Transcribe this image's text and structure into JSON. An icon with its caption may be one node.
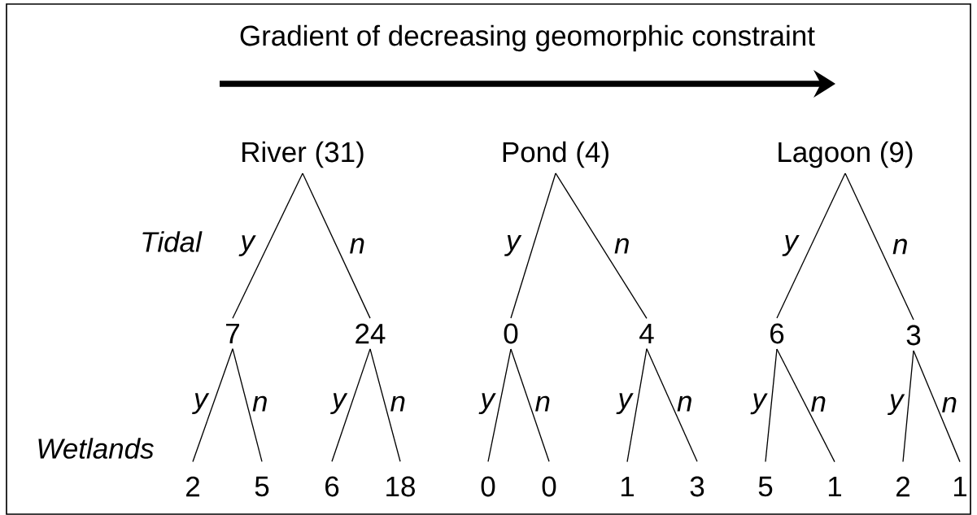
{
  "diagram": {
    "title": "Gradient of decreasing geomorphic constraint",
    "nodes": [
      {
        "text": [
          "River (31)"
        ]
      },
      {
        "text": [
          "Pond (4)"
        ]
      },
      {
        "text": [
          "Lagoon (9)"
        ]
      },
      {
        "text": [
          "7"
        ]
      },
      {
        "text": [
          "24"
        ]
      },
      {
        "text": [
          "0"
        ]
      },
      {
        "text": [
          "4"
        ]
      },
      {
        "text": [
          "6"
        ]
      },
      {
        "text": [
          "3"
        ]
      },
      {
        "text": [
          "2"
        ]
      },
      {
        "text": [
          "5"
        ]
      },
      {
        "text": [
          "6"
        ]
      },
      {
        "text": [
          "18"
        ]
      },
      {
        "text": [
          "0"
        ]
      },
      {
        "text": [
          "0"
        ]
      },
      {
        "text": [
          "1"
        ]
      },
      {
        "text": [
          "3"
        ]
      },
      {
        "text": [
          "5"
        ]
      },
      {
        "text": [
          "1"
        ]
      },
      {
        "text": [
          "2"
        ]
      },
      {
        "text": [
          "1"
        ]
      }
    ],
    "edges": [
      {
        "from": 0,
        "to": 3,
        "arrow": "none",
        "label": "y"
      },
      {
        "from": 0,
        "to": 4,
        "arrow": "none",
        "label": "n"
      },
      {
        "from": 1,
        "to": 5,
        "arrow": "none",
        "label": "y"
      },
      {
        "from": 1,
        "to": 6,
        "arrow": "none",
        "label": "n"
      },
      {
        "from": 2,
        "to": 7,
        "arrow": "none",
        "label": "y"
      },
      {
        "from": 2,
        "to": 8,
        "arrow": "none",
        "label": "n"
      },
      {
        "from": 3,
        "to": 9,
        "arrow": "none",
        "label": "y"
      },
      {
        "from": 3,
        "to": 10,
        "arrow": "none",
        "label": "n"
      },
      {
        "from": 4,
        "to": 11,
        "arrow": "none",
        "label": "y"
      },
      {
        "from": 4,
        "to": 12,
        "arrow": "none",
        "label": "n"
      },
      {
        "from": 5,
        "to": 13,
        "arrow": "none",
        "label": "y"
      },
      {
        "from": 5,
        "to": 14,
        "arrow": "none",
        "label": "n"
      },
      {
        "from": 6,
        "to": 15,
        "arrow": "none",
        "label": "y"
      },
      {
        "from": 6,
        "to": 16,
        "arrow": "none",
        "label": "n"
      },
      {
        "from": 7,
        "to": 17,
        "arrow": "none",
        "label": "y"
      },
      {
        "from": 7,
        "to": 18,
        "arrow": "none",
        "label": "n"
      },
      {
        "from": 8,
        "to": 19,
        "arrow": "none",
        "label": "y"
      },
      {
        "from": 8,
        "to": 20,
        "arrow": "none",
        "label": "n"
      }
    ],
    "labels": [
      "Tidal",
      "Wetlands"
    ]
  }
}
